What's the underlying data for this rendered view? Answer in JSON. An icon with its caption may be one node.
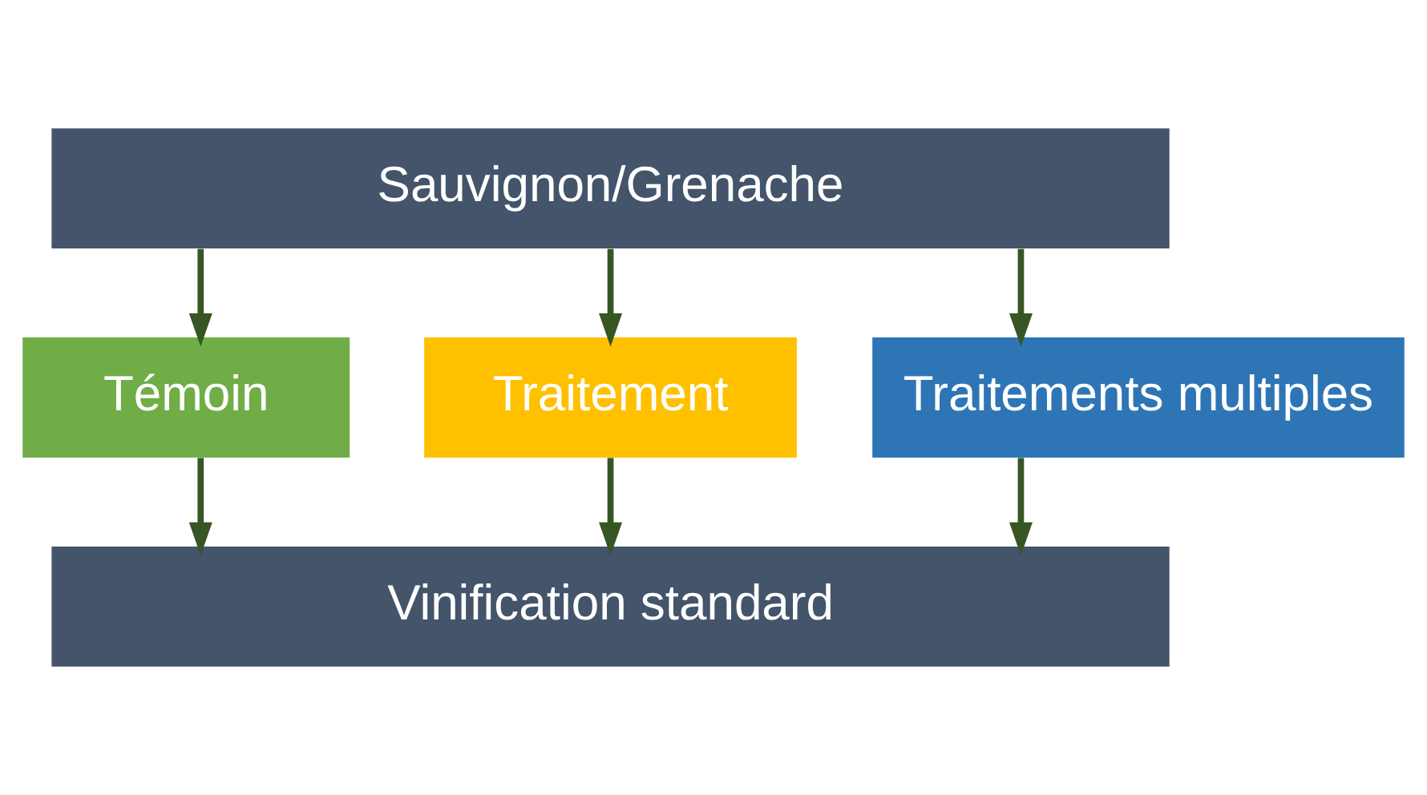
{
  "diagram": {
    "nodes": [
      {
        "text": [
          "Sauvignon/Grenache"
        ]
      },
      {
        "text": [
          "Témoin"
        ]
      },
      {
        "text": [
          "Traitement"
        ]
      },
      {
        "text": [
          "Traitements multiples"
        ]
      },
      {
        "text": [
          "Vinification standard"
        ]
      }
    ],
    "edges": [
      {
        "from": 0,
        "to": 1,
        "arrow": "to"
      },
      {
        "from": 0,
        "to": 2,
        "arrow": "to"
      },
      {
        "from": 0,
        "to": 3,
        "arrow": "to"
      },
      {
        "from": 1,
        "to": 4,
        "arrow": "to"
      },
      {
        "from": 2,
        "to": 4,
        "arrow": "to"
      },
      {
        "from": 3,
        "to": 4,
        "arrow": "to"
      }
    ]
  }
}
